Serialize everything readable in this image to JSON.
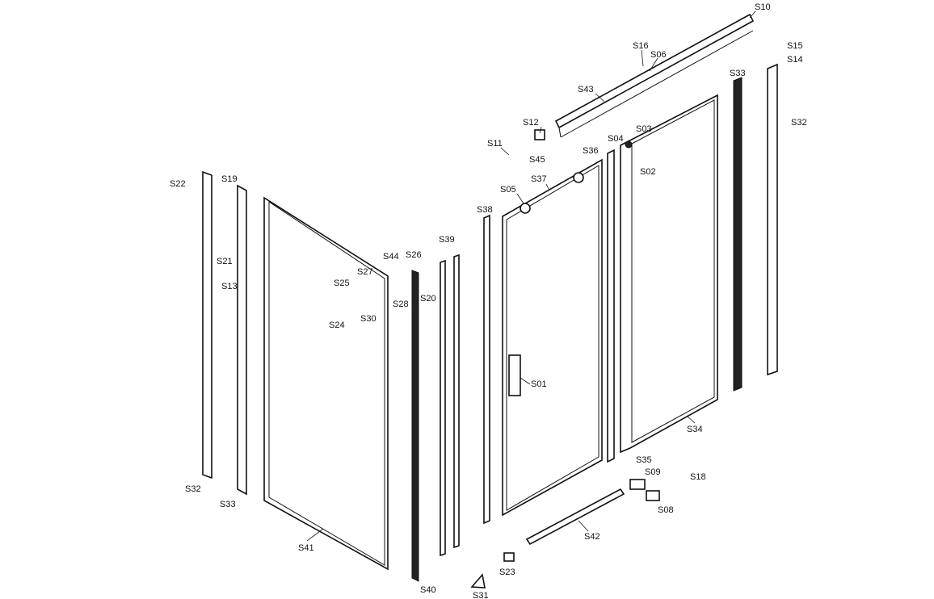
{
  "diagram": {
    "title_visible": false,
    "colors": {
      "line": "#111111",
      "background": "#ffffff"
    },
    "labels": [
      "S10",
      "S16",
      "S06",
      "S15",
      "S14",
      "S43",
      "S33",
      "S32",
      "S12",
      "S04",
      "S03",
      "S02",
      "S11",
      "S45",
      "S36",
      "S37",
      "S05",
      "S38",
      "S22",
      "S19",
      "S39",
      "S44",
      "S26",
      "S27",
      "S21",
      "S13",
      "S25",
      "S28",
      "S20",
      "S24",
      "S30",
      "S01",
      "S34",
      "S35",
      "S09",
      "S18",
      "S08",
      "S32",
      "S33",
      "S42",
      "S41",
      "S23",
      "S40",
      "S31"
    ]
  }
}
